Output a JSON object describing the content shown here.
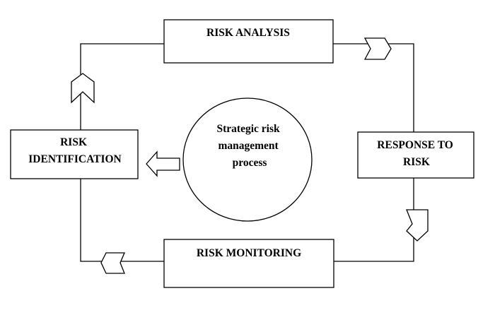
{
  "diagram": {
    "nodes": {
      "risk_analysis": {
        "lines": [
          "RISK ANALYSIS"
        ]
      },
      "response_to_risk": {
        "lines": [
          "RESPONSE TO",
          "RISK"
        ]
      },
      "risk_monitoring": {
        "lines": [
          "RISK MONITORING"
        ]
      },
      "risk_identification": {
        "lines": [
          "RISK",
          "IDENTIFICATION"
        ]
      },
      "center": {
        "lines": [
          "Strategic risk",
          "management",
          "process"
        ]
      }
    },
    "edges": [
      {
        "from": "risk_analysis",
        "to": "response_to_risk"
      },
      {
        "from": "response_to_risk",
        "to": "risk_monitoring"
      },
      {
        "from": "risk_monitoring",
        "to": "risk_identification"
      },
      {
        "from": "risk_identification",
        "to": "risk_analysis"
      },
      {
        "from": "center",
        "to": "risk_identification"
      }
    ],
    "colors": {
      "stroke": "#000000",
      "fill": "#ffffff",
      "text": "#000000"
    }
  }
}
